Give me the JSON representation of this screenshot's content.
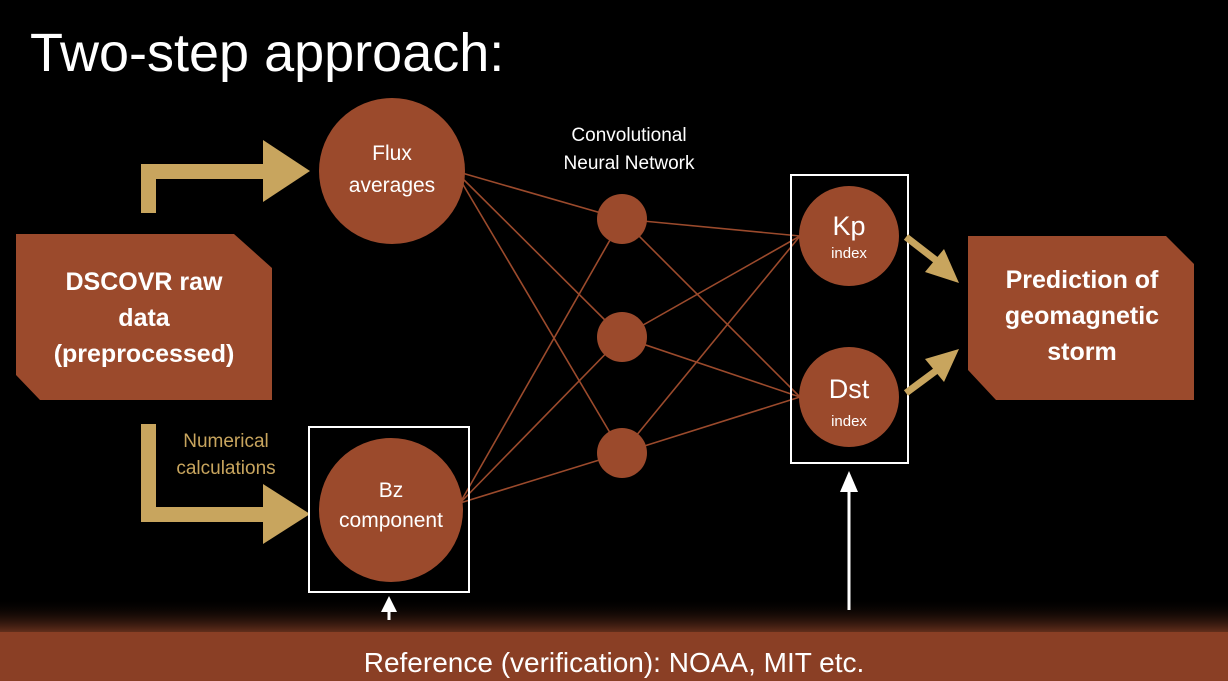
{
  "title": "Two-step approach:",
  "colors": {
    "background": "#000000",
    "node_fill": "#9b4a2c",
    "node_fill_dark": "#8a3f25",
    "arrow_gold": "#c8a55e",
    "connection_line": "#9b4a2c",
    "frame": "#ffffff",
    "text": "#ffffff"
  },
  "nodes": {
    "raw_data": {
      "line1": "DSCOVR raw",
      "line2": "data",
      "line3": "(preprocessed)"
    },
    "flux": {
      "line1": "Flux",
      "line2": "averages"
    },
    "bz": {
      "line1": "Bz",
      "line2": "component"
    },
    "kp": {
      "name": "Kp",
      "sub": "index"
    },
    "dst": {
      "name": "Dst",
      "sub": "index"
    },
    "prediction": {
      "line1": "Prediction of",
      "line2": "geomagnetic",
      "line3": "storm"
    }
  },
  "labels": {
    "cnn_line1": "Convolutional",
    "cnn_line2": "Neural Network",
    "numerical_line1": "Numerical",
    "numerical_line2": "calculations"
  },
  "footer": {
    "text": "Reference (verification): NOAA, MIT etc."
  }
}
